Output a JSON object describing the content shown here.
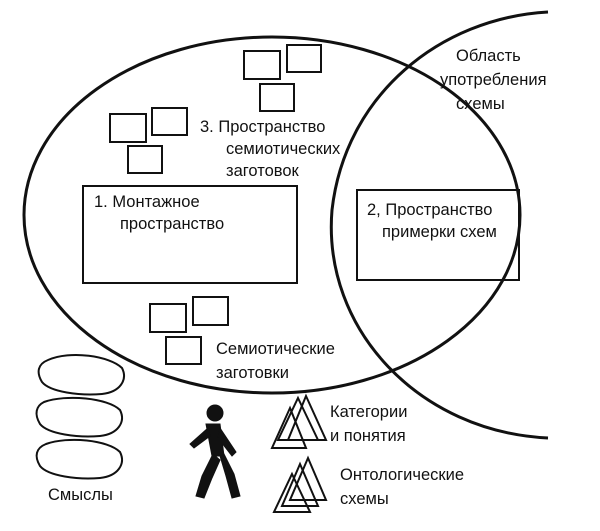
{
  "labels": {
    "usage_area": [
      "Область",
      "употребления",
      "схемы"
    ],
    "semiotic_space": [
      "3. Пространство",
      "семиотических",
      "заготовок"
    ],
    "montage_space": [
      "1. Монтажное",
      "пространство"
    ],
    "fitting_space": [
      "2, Пространство",
      "примерки схем"
    ],
    "semiotic_blanks": [
      "Семиотические",
      "заготовки"
    ],
    "categories": [
      "Категории",
      "и понятия"
    ],
    "ontological": [
      "Онтологические",
      "схемы"
    ],
    "meanings": "Смыслы"
  },
  "icons": {
    "person": "walking-person-icon",
    "triangles": "triangle-stack-icon",
    "meanings_shapes": "blob-shape-icon",
    "blanks": "square-icon"
  },
  "colors": {
    "ink": "#111111",
    "background": "#ffffff"
  }
}
